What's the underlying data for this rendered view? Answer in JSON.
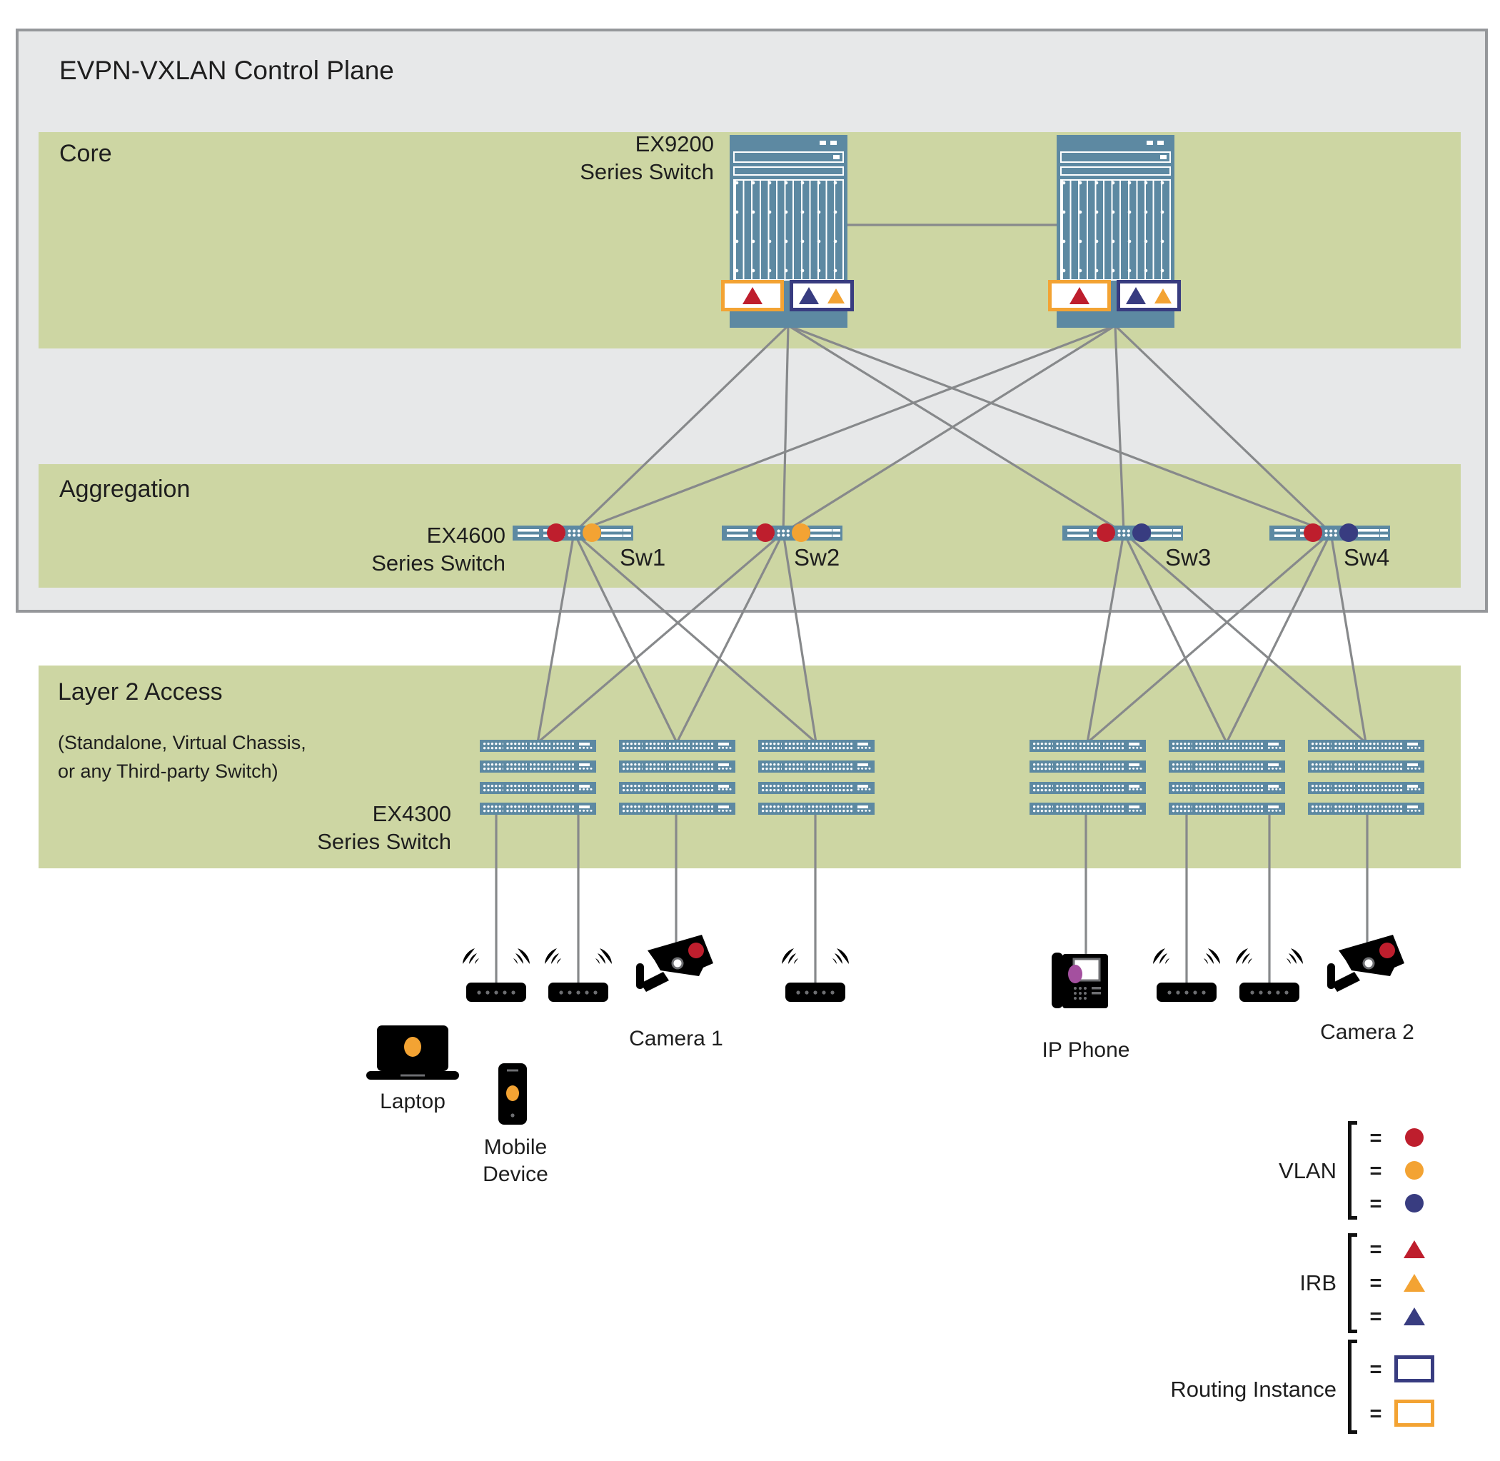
{
  "colors": {
    "red": "#be1e2d",
    "orange": "#f3a333",
    "navy": "#383c80",
    "purple": "#a4509f",
    "band_green": "#cdd6a3",
    "frame_fill": "#e7e8e9",
    "frame_border": "#95979a",
    "switch_blue": "#5d89a2",
    "line_gray": "#87898b",
    "device_stroke": "#6d6e71",
    "device_fill": "#ececed",
    "text": "#1e1e1e"
  },
  "frame": {
    "title": "EVPN-VXLAN Control Plane"
  },
  "core": {
    "label": "Core",
    "switch_label_line1": "EX9200",
    "switch_label_line2": "Series Switch",
    "switch_count": 2,
    "routing_instances": [
      {
        "border": "orange",
        "irbs": [
          "red"
        ]
      },
      {
        "border": "navy",
        "irbs": [
          "navy",
          "orange"
        ]
      }
    ]
  },
  "aggregation": {
    "label": "Aggregation",
    "switch_label_line1": "EX4600",
    "switch_label_line2": "Series Switch",
    "switches": [
      {
        "name": "Sw1",
        "vlan_dots": [
          "red",
          "orange"
        ]
      },
      {
        "name": "Sw2",
        "vlan_dots": [
          "red",
          "orange"
        ]
      },
      {
        "name": "Sw3",
        "vlan_dots": [
          "red",
          "navy"
        ]
      },
      {
        "name": "Sw4",
        "vlan_dots": [
          "red",
          "navy"
        ]
      }
    ]
  },
  "access": {
    "label": "Layer 2 Access",
    "sub_line1": "(Standalone, Virtual Chassis,",
    "sub_line2": "or any Third-party Switch)",
    "switch_label_line1": "EX4300",
    "switch_label_line2": "Series Switch",
    "stack_count": 6,
    "units_per_stack": 4
  },
  "devices": {
    "wireless_ap_count": 5,
    "camera1": {
      "label": "Camera 1",
      "indicator": "red"
    },
    "laptop": {
      "label": "Laptop",
      "indicator": "orange"
    },
    "mobile": {
      "label_line1": "Mobile",
      "label_line2": "Device",
      "indicator": "orange"
    },
    "ip_phone": {
      "label": "IP Phone",
      "indicator": "purple"
    },
    "camera2": {
      "label": "Camera 2",
      "indicator": "red"
    }
  },
  "legend": {
    "equals": "=",
    "vlan": {
      "label": "VLAN",
      "colors": [
        "red",
        "orange",
        "navy"
      ]
    },
    "irb": {
      "label": "IRB",
      "colors": [
        "red",
        "orange",
        "navy"
      ]
    },
    "routing_instance": {
      "label": "Routing Instance",
      "colors": [
        "navy",
        "orange"
      ]
    }
  }
}
